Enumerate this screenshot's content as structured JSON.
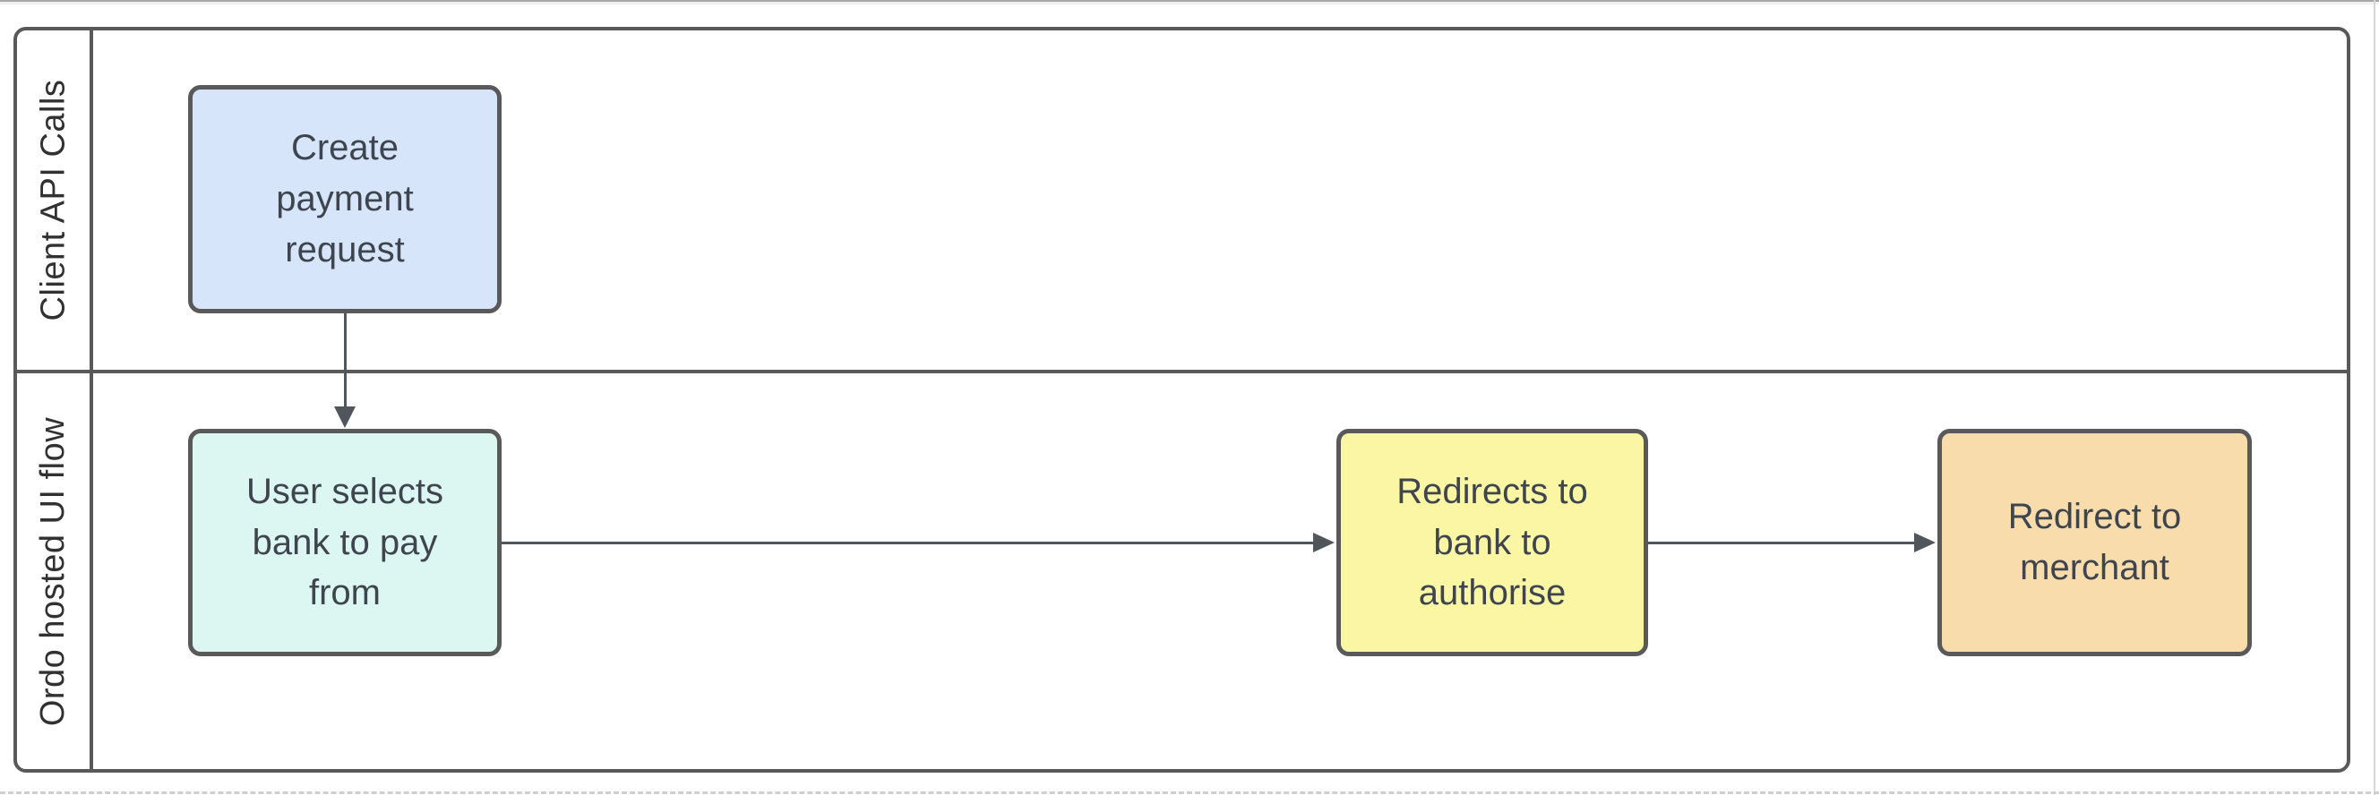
{
  "diagram": {
    "type": "flowchart-swimlane",
    "pool": {
      "lanes": [
        {
          "label": "Client API Calls"
        },
        {
          "label": "Ordo hosted UI flow"
        }
      ]
    },
    "nodes": [
      {
        "label": "Create payment request",
        "fill": "#d7e5fb",
        "lane": "Client API Calls"
      },
      {
        "label": "User selects bank to pay from",
        "fill": "#dcf6f1",
        "lane": "Ordo hosted UI flow"
      },
      {
        "label": "Redirects to bank to authorise",
        "fill": "#fbf6a4",
        "lane": "Ordo hosted UI flow"
      },
      {
        "label": "Redirect to merchant",
        "fill": "#f8dcab",
        "lane": "Ordo hosted UI flow"
      }
    ],
    "edges": [
      {
        "from": "Create payment request",
        "to": "User selects bank to pay from",
        "direction": "down"
      },
      {
        "from": "User selects bank to pay from",
        "to": "Redirects to bank to authorise",
        "direction": "right"
      },
      {
        "from": "Redirects to bank to authorise",
        "to": "Redirect to merchant",
        "direction": "right"
      }
    ],
    "colors": {
      "shape_border": "#595959",
      "shape_text": "#3e454e",
      "lane_label_text": "#313131",
      "edge_line": "#50565c",
      "page_background": "#ffffff",
      "page_boundary_dash": "#cfcfcf"
    }
  }
}
